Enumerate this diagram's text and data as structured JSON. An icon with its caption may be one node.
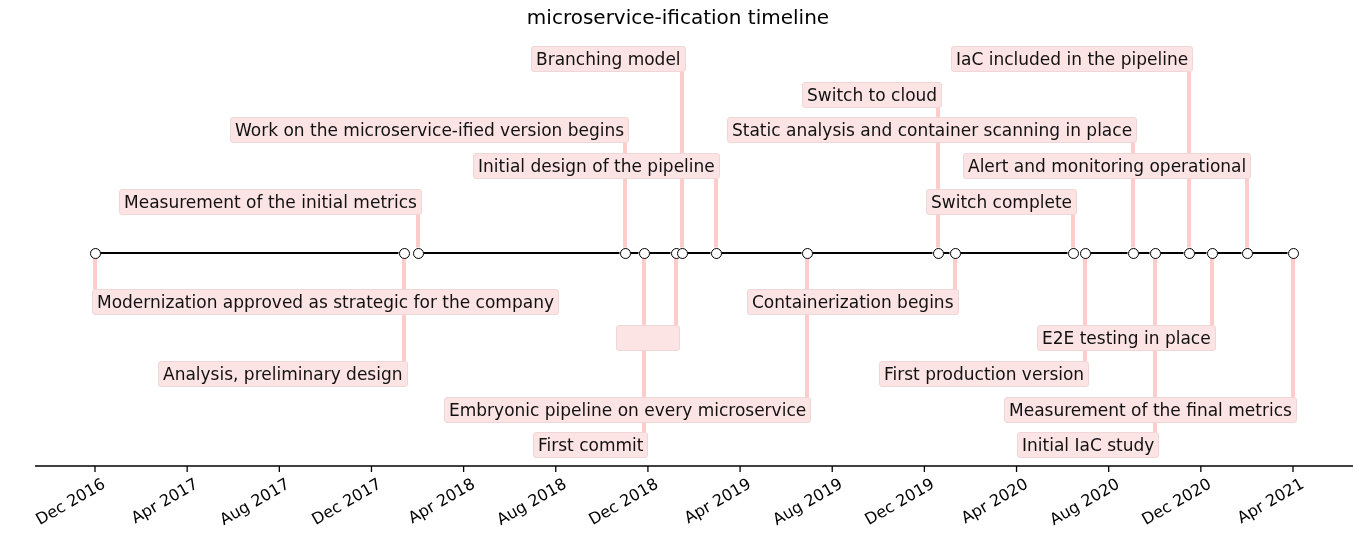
{
  "diagram": {
    "title": "microservice-ification timeline",
    "nodes": [
      {
        "text": [
          "Modernization approved as strategic for the company"
        ]
      },
      {
        "text": [
          "Analysis, preliminary design"
        ]
      },
      {
        "text": [
          "Measurement of the initial metrics"
        ]
      },
      {
        "text": [
          "Work on the microservice-ified version begins"
        ]
      },
      {
        "text": [
          "First commit"
        ]
      },
      {
        "text": [],
        "shape": "box"
      },
      {
        "text": [
          "Branching model"
        ]
      },
      {
        "text": [
          "Initial design of the pipeline"
        ]
      },
      {
        "text": [
          "Embryonic pipeline on every microservice"
        ]
      },
      {
        "text": [
          "Switch to cloud"
        ]
      },
      {
        "text": [
          "Containerization begins"
        ]
      },
      {
        "text": [
          "Switch complete"
        ]
      },
      {
        "text": [
          "First production version"
        ]
      },
      {
        "text": [
          "Static analysis and container scanning in place"
        ]
      },
      {
        "text": [
          "Initial IaC study"
        ]
      },
      {
        "text": [
          "IaC included in the pipeline"
        ]
      },
      {
        "text": [
          "E2E testing in place"
        ]
      },
      {
        "text": [
          "Alert and monitoring operational"
        ]
      },
      {
        "text": [
          "Measurement of the final metrics"
        ]
      },
      {
        "text": [],
        "shape": "circle"
      },
      {
        "text": [],
        "shape": "circle"
      },
      {
        "text": [],
        "shape": "circle"
      },
      {
        "text": [],
        "shape": "circle"
      },
      {
        "text": [],
        "shape": "circle"
      },
      {
        "text": [],
        "shape": "circle"
      },
      {
        "text": [],
        "shape": "circle"
      },
      {
        "text": [],
        "shape": "circle"
      },
      {
        "text": [],
        "shape": "circle"
      },
      {
        "text": [],
        "shape": "circle"
      },
      {
        "text": [],
        "shape": "circle"
      },
      {
        "text": [],
        "shape": "circle"
      },
      {
        "text": [],
        "shape": "circle"
      },
      {
        "text": [],
        "shape": "circle"
      },
      {
        "text": [],
        "shape": "circle"
      },
      {
        "text": [],
        "shape": "circle"
      },
      {
        "text": [],
        "shape": "circle"
      },
      {
        "text": [],
        "shape": "circle"
      },
      {
        "text": [],
        "shape": "circle"
      }
    ],
    "edges": [
      {
        "from": 0,
        "to": 19,
        "arrow": "none"
      },
      {
        "from": 1,
        "to": 20,
        "arrow": "none"
      },
      {
        "from": 2,
        "to": 21,
        "arrow": "none"
      },
      {
        "from": 3,
        "to": 22,
        "arrow": "none"
      },
      {
        "from": 4,
        "to": 23,
        "arrow": "none"
      },
      {
        "from": 5,
        "to": 24,
        "arrow": "none"
      },
      {
        "from": 6,
        "to": 25,
        "arrow": "none"
      },
      {
        "from": 7,
        "to": 26,
        "arrow": "none"
      },
      {
        "from": 8,
        "to": 27,
        "arrow": "none"
      },
      {
        "from": 9,
        "to": 28,
        "arrow": "none"
      },
      {
        "from": 10,
        "to": 29,
        "arrow": "none"
      },
      {
        "from": 11,
        "to": 30,
        "arrow": "none"
      },
      {
        "from": 12,
        "to": 31,
        "arrow": "none"
      },
      {
        "from": 13,
        "to": 32,
        "arrow": "none"
      },
      {
        "from": 14,
        "to": 33,
        "arrow": "none"
      },
      {
        "from": 15,
        "to": 34,
        "arrow": "none"
      },
      {
        "from": 16,
        "to": 35,
        "arrow": "none"
      },
      {
        "from": 17,
        "to": 36,
        "arrow": "none"
      },
      {
        "from": 18,
        "to": 37,
        "arrow": "none"
      },
      {
        "from": 19,
        "to": 20,
        "arrow": "none",
        "color": "#000000"
      },
      {
        "from": 21,
        "to": 22,
        "arrow": "none",
        "color": "#000000"
      },
      {
        "from": 22,
        "to": 23,
        "arrow": "none",
        "color": "#000000"
      },
      {
        "from": 23,
        "to": 24,
        "arrow": "none",
        "color": "#000000"
      },
      {
        "from": 25,
        "to": 26,
        "arrow": "none",
        "color": "#000000"
      },
      {
        "from": 26,
        "to": 27,
        "arrow": "none",
        "color": "#000000"
      },
      {
        "from": 27,
        "to": 28,
        "arrow": "none",
        "color": "#000000"
      },
      {
        "from": 28,
        "to": 29,
        "arrow": "none",
        "color": "#000000"
      },
      {
        "from": 29,
        "to": 30,
        "arrow": "none",
        "color": "#000000"
      },
      {
        "from": 31,
        "to": 32,
        "arrow": "none",
        "color": "#000000"
      },
      {
        "from": 32,
        "to": 33,
        "arrow": "none",
        "color": "#000000"
      },
      {
        "from": 33,
        "to": 34,
        "arrow": "none",
        "color": "#000000"
      },
      {
        "from": 34,
        "to": 35,
        "arrow": "none",
        "color": "#000000"
      },
      {
        "from": 35,
        "to": 36,
        "arrow": "none",
        "color": "#000000"
      },
      {
        "from": 36,
        "to": 37,
        "arrow": "none",
        "color": "#000000"
      }
    ],
    "labels": [
      "Dec 2016",
      "Apr 2017",
      "Aug 2017",
      "Dec 2017",
      "Apr 2018",
      "Aug 2018",
      "Dec 2018",
      "Apr 2019",
      "Aug 2019",
      "Dec 2019",
      "Apr 2020",
      "Aug 2020",
      "Dec 2020",
      "Apr 2021"
    ]
  }
}
